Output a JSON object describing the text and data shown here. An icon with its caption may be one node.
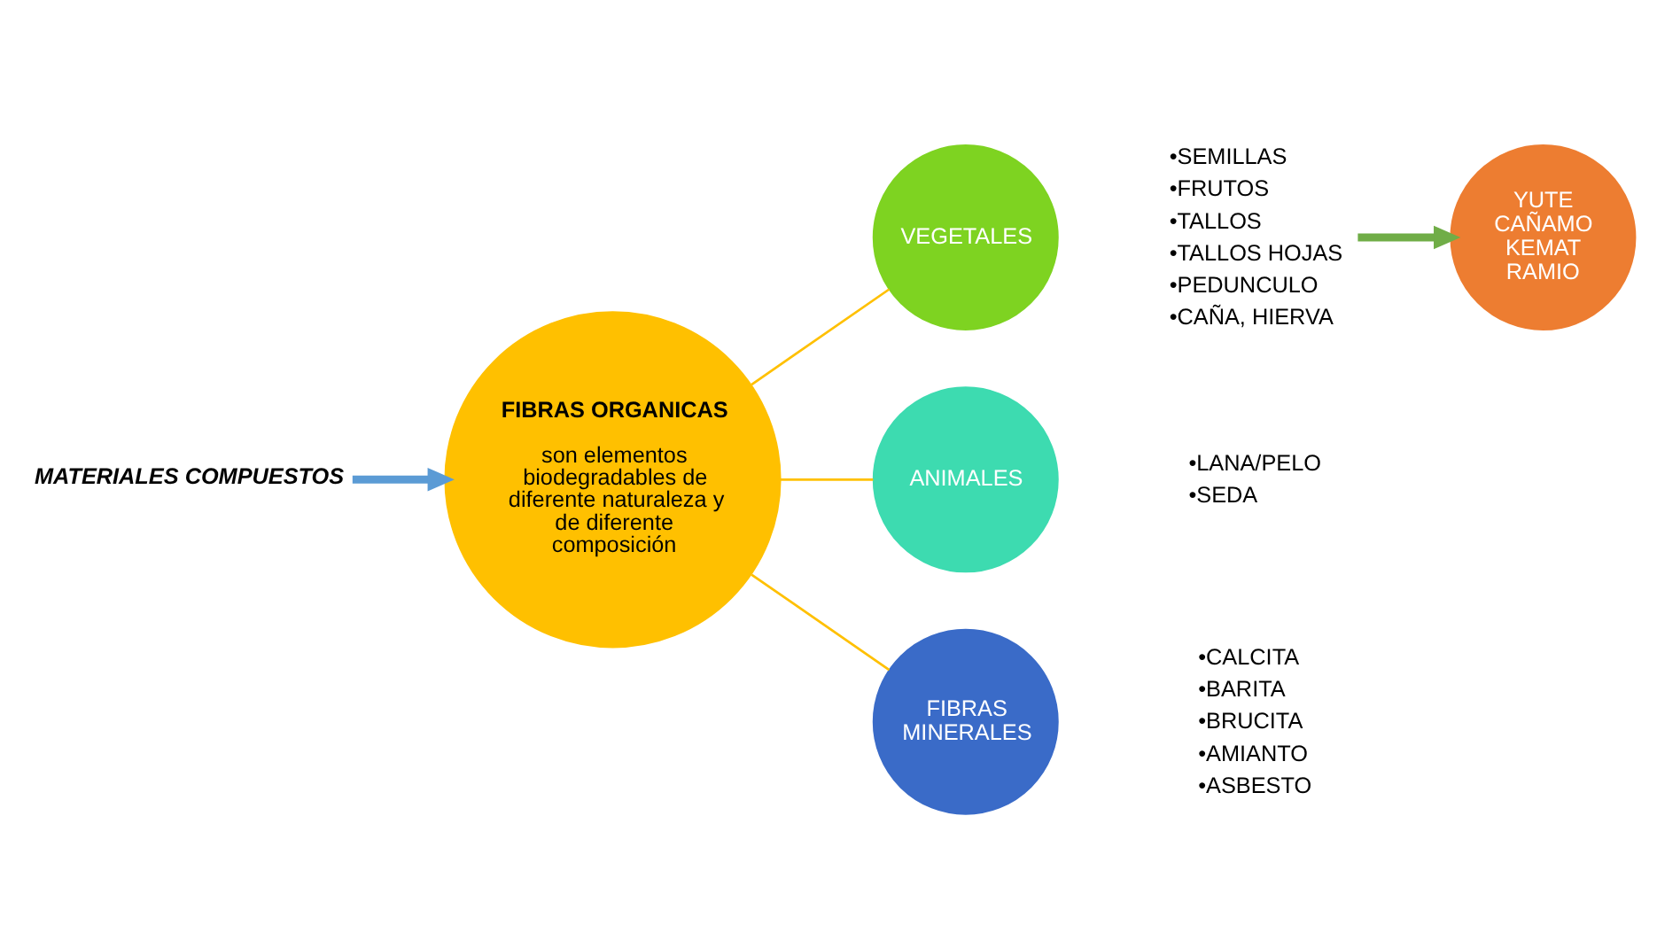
{
  "diagram": {
    "nodes": [
      {
        "text": [
          "MATERIALES COMPUESTOS"
        ]
      },
      {
        "text": [
          "FIBRAS ORGANICAS",
          "son elementos biodegradables de diferente naturaleza y de diferente composición"
        ]
      },
      {
        "text": [
          "VEGETALES"
        ]
      },
      {
        "text": [
          "•SEMILLAS",
          "•FRUTOS",
          "•TALLOS",
          "•TALLOS HOJAS",
          "•PEDUNCULO",
          "•CAÑA, HIERVA"
        ]
      },
      {
        "text": [
          "YUTE CAÑAMO KEMAT RAMIO"
        ]
      },
      {
        "text": [
          "ANIMALES"
        ],
        "beside": [
          "•LANA/PELO",
          "•SEDA"
        ]
      },
      {
        "text": [
          "FIBRAS MINERALES"
        ],
        "beside": [
          "•CALCITA",
          "•BARITA",
          "•BRUCITA",
          "•AMIANTO",
          "•ASBESTO"
        ]
      }
    ],
    "edges": [
      {
        "from": 0,
        "to": 1,
        "arrow": "to",
        "style": "thick",
        "color": "#5b9bd5"
      },
      {
        "from": 1,
        "to": 2,
        "arrow": "none"
      },
      {
        "from": 1,
        "to": 5,
        "arrow": "none"
      },
      {
        "from": 1,
        "to": 6,
        "arrow": "none"
      },
      {
        "from": 3,
        "to": 4,
        "arrow": "to",
        "style": "thick",
        "color": "#70ad47"
      }
    ]
  }
}
